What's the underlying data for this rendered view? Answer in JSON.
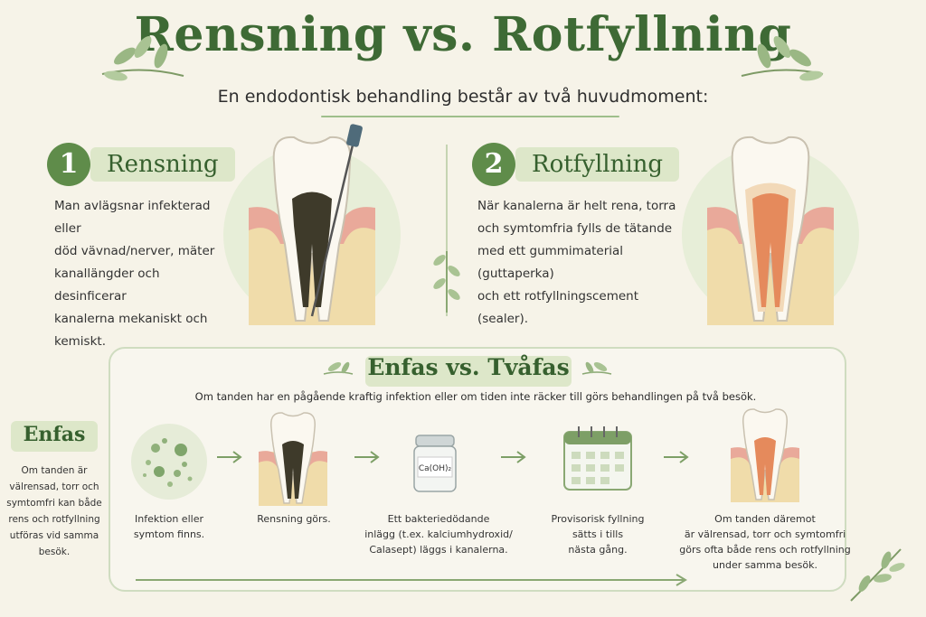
{
  "header": {
    "title": "Rensning vs. Rotfyllning",
    "subtitle": "En endodontisk behandling består av två huvudmoment:"
  },
  "steps": [
    {
      "number": "1",
      "title": "Rensning",
      "lines": [
        "Man avlägsnar infekterad eller",
        "död vävnad/nerver, mäter",
        "kanallängder och desinficerar",
        "kanalerna mekaniskt och",
        "kemiskt."
      ]
    },
    {
      "number": "2",
      "title": "Rotfyllning",
      "lines": [
        "När kanalerna är helt rena, torra",
        "och symtomfria fylls de tätande",
        "med ett gummimaterial (guttaperka)",
        "och ett rotfyllningscement",
        "(sealer)."
      ]
    }
  ],
  "panel": {
    "title": "Enfas vs. Tvåfas",
    "note": "Om tanden har en pågående kraftig infektion eller om tiden inte räcker till görs behandlingen på två besök."
  },
  "enfas": {
    "title": "Enfas",
    "lines": [
      "Om tanden är",
      "välrensad, torr och",
      "symtomfri kan både",
      "rens och rotfyllning",
      "utföras vid samma",
      "besök."
    ]
  },
  "flow": [
    {
      "icon": "bacteria-icon",
      "lines": [
        "Infektion eller",
        "symtom finns."
      ]
    },
    {
      "icon": "cleaned-tooth-icon",
      "lines": [
        "Rensning görs."
      ]
    },
    {
      "icon": "jar-icon",
      "label": "Ca(OH)₂",
      "lines": [
        "Ett bakteriedödande",
        "inlägg (t.ex. kalciumhydroxid/",
        "Calasept) läggs i kanalerna."
      ]
    },
    {
      "icon": "calendar-icon",
      "lines": [
        "Provisorisk fyllning",
        "sätts i tills",
        "nästa gång."
      ]
    },
    {
      "icon": "filled-tooth-icon",
      "lines": [
        "Om tanden däremot",
        "är välrensad, torr och symtomfri",
        "görs ofta både rens och rotfyllning",
        "under samma besök."
      ]
    }
  ],
  "colors": {
    "accent": "#5f8c4a",
    "title_green": "#3e6a35",
    "label_bg": "#dde7c9",
    "filling": "#e58a5c",
    "infection": "#3e3a2a"
  }
}
